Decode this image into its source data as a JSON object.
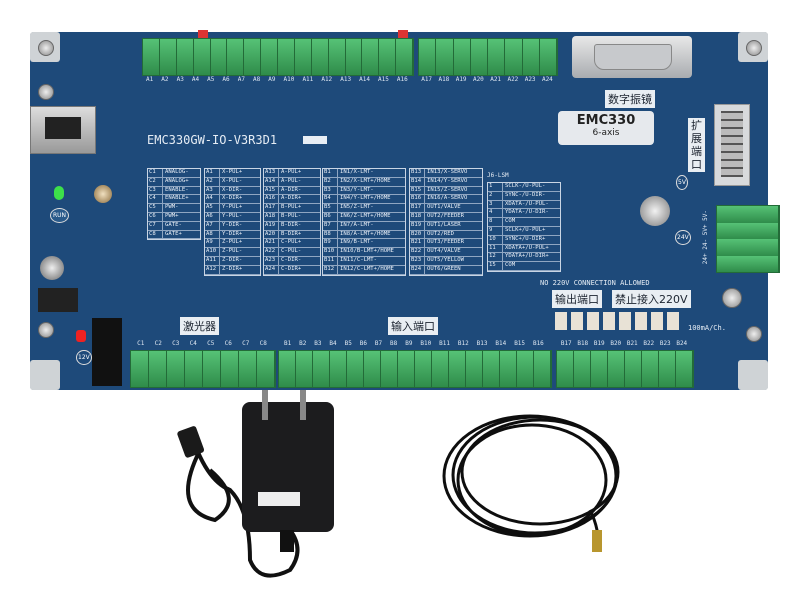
{
  "board": {
    "model": "EMC330GW-IO-V3R3D1",
    "product_name": "EMC330",
    "axis": "6-axis",
    "galvo_label": "数字振镜",
    "expansion_label": "扩展端口",
    "laser_label": "激光器",
    "input_label": "输入端口",
    "output_label": "输出端口",
    "no_220v_cn": "禁止接入220V",
    "warning": "NO 220V CONNECTION ALLOWED",
    "current": "100mA/Ch.",
    "run": "RUN",
    "voltage_12v": "12V",
    "voltage_5v": "5V",
    "voltage_24v": "24V",
    "j6_title": "J6-LSM",
    "power_pins": "24+ 24- 5V+ 5V-"
  },
  "top_pins_a": [
    "A1",
    "A2",
    "A3",
    "A4",
    "A5",
    "A6",
    "A7",
    "A8",
    "A9",
    "A10",
    "A11",
    "A12",
    "A13",
    "A14",
    "A15",
    "A16"
  ],
  "top_pins_b": [
    "A17",
    "A18",
    "A19",
    "A20",
    "A21",
    "A22",
    "A23",
    "A24"
  ],
  "bottom_pins_c": [
    "C1",
    "C2",
    "C3",
    "C4",
    "C5",
    "C6",
    "C7",
    "C8"
  ],
  "bottom_pins_b": [
    "B1",
    "B2",
    "B3",
    "B4",
    "B5",
    "B6",
    "B7",
    "B8",
    "B9",
    "B10",
    "B11",
    "B12",
    "B13",
    "B14",
    "B15",
    "B16"
  ],
  "bottom_pins_b2": [
    "B17",
    "B18",
    "B19",
    "B20",
    "B21",
    "B22",
    "B23",
    "B24"
  ],
  "tables": [
    [
      [
        "C1",
        "ANALOG-"
      ],
      [
        "C2",
        "ANALOG+"
      ],
      [
        "C3",
        "ENABLE-"
      ],
      [
        "C4",
        "ENABLE+"
      ],
      [
        "C5",
        "PWM-"
      ],
      [
        "C6",
        "PWM+"
      ],
      [
        "C7",
        "GATE-"
      ],
      [
        "C8",
        "GATE+"
      ]
    ],
    [
      [
        "A1",
        "X-PUL+"
      ],
      [
        "A2",
        "X-PUL-"
      ],
      [
        "A3",
        "X-DIR-"
      ],
      [
        "A4",
        "X-DIR+"
      ],
      [
        "A5",
        "Y-PUL+"
      ],
      [
        "A6",
        "Y-PUL-"
      ],
      [
        "A7",
        "Y-DIR-"
      ],
      [
        "A8",
        "Y-DIR+"
      ],
      [
        "A9",
        "Z-PUL+"
      ],
      [
        "A10",
        "Z-PUL-"
      ],
      [
        "A11",
        "Z-DIR-"
      ],
      [
        "A12",
        "Z-DIR+"
      ]
    ],
    [
      [
        "A13",
        "A-PUL+"
      ],
      [
        "A14",
        "A-PUL-"
      ],
      [
        "A15",
        "A-DIR-"
      ],
      [
        "A16",
        "A-DIR+"
      ],
      [
        "A17",
        "B-PUL+"
      ],
      [
        "A18",
        "B-PUL-"
      ],
      [
        "A19",
        "B-DIR-"
      ],
      [
        "A20",
        "B-DIR+"
      ],
      [
        "A21",
        "C-PUL+"
      ],
      [
        "A22",
        "C-PUL-"
      ],
      [
        "A23",
        "C-DIR-"
      ],
      [
        "A24",
        "C-DIR+"
      ]
    ],
    [
      [
        "B1",
        "IN1/X-LMT-"
      ],
      [
        "B2",
        "IN2/X-LMT+/HOME"
      ],
      [
        "B3",
        "IN3/Y-LMT-"
      ],
      [
        "B4",
        "IN4/Y-LMT+/HOME"
      ],
      [
        "B5",
        "IN5/Z-LMT-"
      ],
      [
        "B6",
        "IN6/Z-LMT+/HOME"
      ],
      [
        "B7",
        "IN7/A-LMT-"
      ],
      [
        "B8",
        "IN8/A-LMT+/HOME"
      ],
      [
        "B9",
        "IN9/B-LMT-"
      ],
      [
        "B10",
        "IN10/B-LMT+/HOME"
      ],
      [
        "B11",
        "IN11/C-LMT-"
      ],
      [
        "B12",
        "IN12/C-LMT+/HOME"
      ]
    ],
    [
      [
        "B13",
        "IN13/X-SERVO"
      ],
      [
        "B14",
        "IN14/Y-SERVO"
      ],
      [
        "B15",
        "IN15/Z-SERVO"
      ],
      [
        "B16",
        "IN16/A-SERVO"
      ],
      [
        "B17",
        "OUT1/VALVE"
      ],
      [
        "B18",
        "OUT2/FEEDER"
      ],
      [
        "B19",
        "OUT1/LASER"
      ],
      [
        "B20",
        "OUT2/RED"
      ],
      [
        "B21",
        "OUT3/FEEDER"
      ],
      [
        "B22",
        "OUT4/VALVE"
      ],
      [
        "B23",
        "OUT5/YELLOW"
      ],
      [
        "B24",
        "OUT6/GREEN"
      ]
    ],
    [
      [
        "1",
        "SCLK-/U-PUL-"
      ],
      [
        "2",
        "SYNC-/U-DIR-"
      ],
      [
        "3",
        "XDATA-/U-PUL-"
      ],
      [
        "4",
        "YDATA-/U-DIR-"
      ],
      [
        "8",
        "COM"
      ],
      [
        "9",
        "SCLK+/U-PUL+"
      ],
      [
        "10",
        "SYNC+/U-DIR+"
      ],
      [
        "11",
        "XDATA+/U-PUL+"
      ],
      [
        "12",
        "YDATA+/U-DIR+"
      ],
      [
        "15",
        "COM"
      ]
    ]
  ],
  "colors": {
    "pcb": "#1e4a7a",
    "terminal": "#3aa45a",
    "case": "#cfd3d6"
  }
}
